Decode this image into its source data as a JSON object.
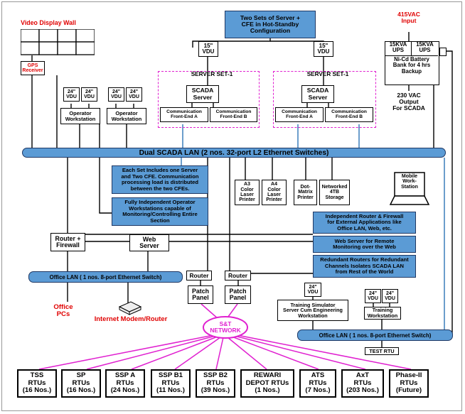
{
  "top_config": "Two Sets of Server +\nCFE in Hot-Standby\nConfiguration",
  "video_wall_label": "Video Display Wall",
  "gps_label": "GPS\nReceiver",
  "vdu15": "15\"\nVDU",
  "vdu24": "24\"\nVDU",
  "server_set_label": "SERVER SET-1",
  "scada_server": "SCADA\nServer",
  "cfe_a": "Communication\nFront-End A",
  "cfe_b": "Communication\nFront-End B",
  "operator_ws": "Operator\nWorkstation",
  "input_415": "415VAC\nInput",
  "ups": "15KVA\nUPS",
  "battery": "Ni-Cd Battery\nBank for 4 hrs\nBackup",
  "output_230": "230 VAC\nOutput\nFor SCADA",
  "dual_lan": "Dual SCADA LAN (2 nos. 32-port L2 Ethernet Switches)",
  "note_cfe": "Each Set Includes one Server\nand Two CFE. Communication\nprocessing load is distributed\nbetween the two CFEs.",
  "note_ows": "Fully Independent Operator\nWorkstations capable of\nMonitoring/Controlling Entire\nSection",
  "note_router": "Independent Router & Firewall\nfor External Applications like\nOffice LAN, Web, etc.",
  "note_web": "Web Server for Remote\nMonitoring over the Web",
  "note_redundant": "Redundant Routers for Redundant\nChannels Isolates SCADA LAN\nfrom Rest of the World",
  "a3_printer": "A3\nColor\nLaser\nPrinter",
  "a4_printer": "A4\nColor\nLaser\nPrinter",
  "dot_printer": "Dot-\nMatrix\nPrinter",
  "storage": "Networked\n4TB\nStorage",
  "mobile_ws": "Mobile\nWork-\nStation",
  "router_firewall": "Router +\nFirewall",
  "web_server": "Web\nServer",
  "router": "Router",
  "patch_panel": "Patch\nPanel",
  "office_lan": "Office LAN ( 1 nos. 8-port Ethernet Switch)",
  "office_pcs": "Office\nPCs",
  "internet_modem": "Internet Modem/Router",
  "st_network": "S&T\nNETWORK",
  "training_sim": "Training Simulator\nServer Cum Engineering\nWorkstation",
  "training_ws": "Training\nWorkstation",
  "test_rtu": "TEST RTU",
  "rtus": [
    "TSS\nRTUs\n(16 Nos.)",
    "SP\nRTUs\n(16 Nos.)",
    "SSP A\nRTUs\n(24 Nos.)",
    "SSP B1\nRTUs\n(11 Nos.)",
    "SSP B2\nRTUs\n(39 Nos.)",
    "REWARI\nDEPOT RTUs\n(1 Nos.)",
    "ATS\nRTUs\n(7 Nos.)",
    "AxT\nRTUs\n(203 Nos.)",
    "Phase-II\nRTUs\n(Future)"
  ],
  "colors": {
    "lan_blue": "#5b9bd5",
    "magenta": "#e020d0",
    "red": "#e00000"
  }
}
